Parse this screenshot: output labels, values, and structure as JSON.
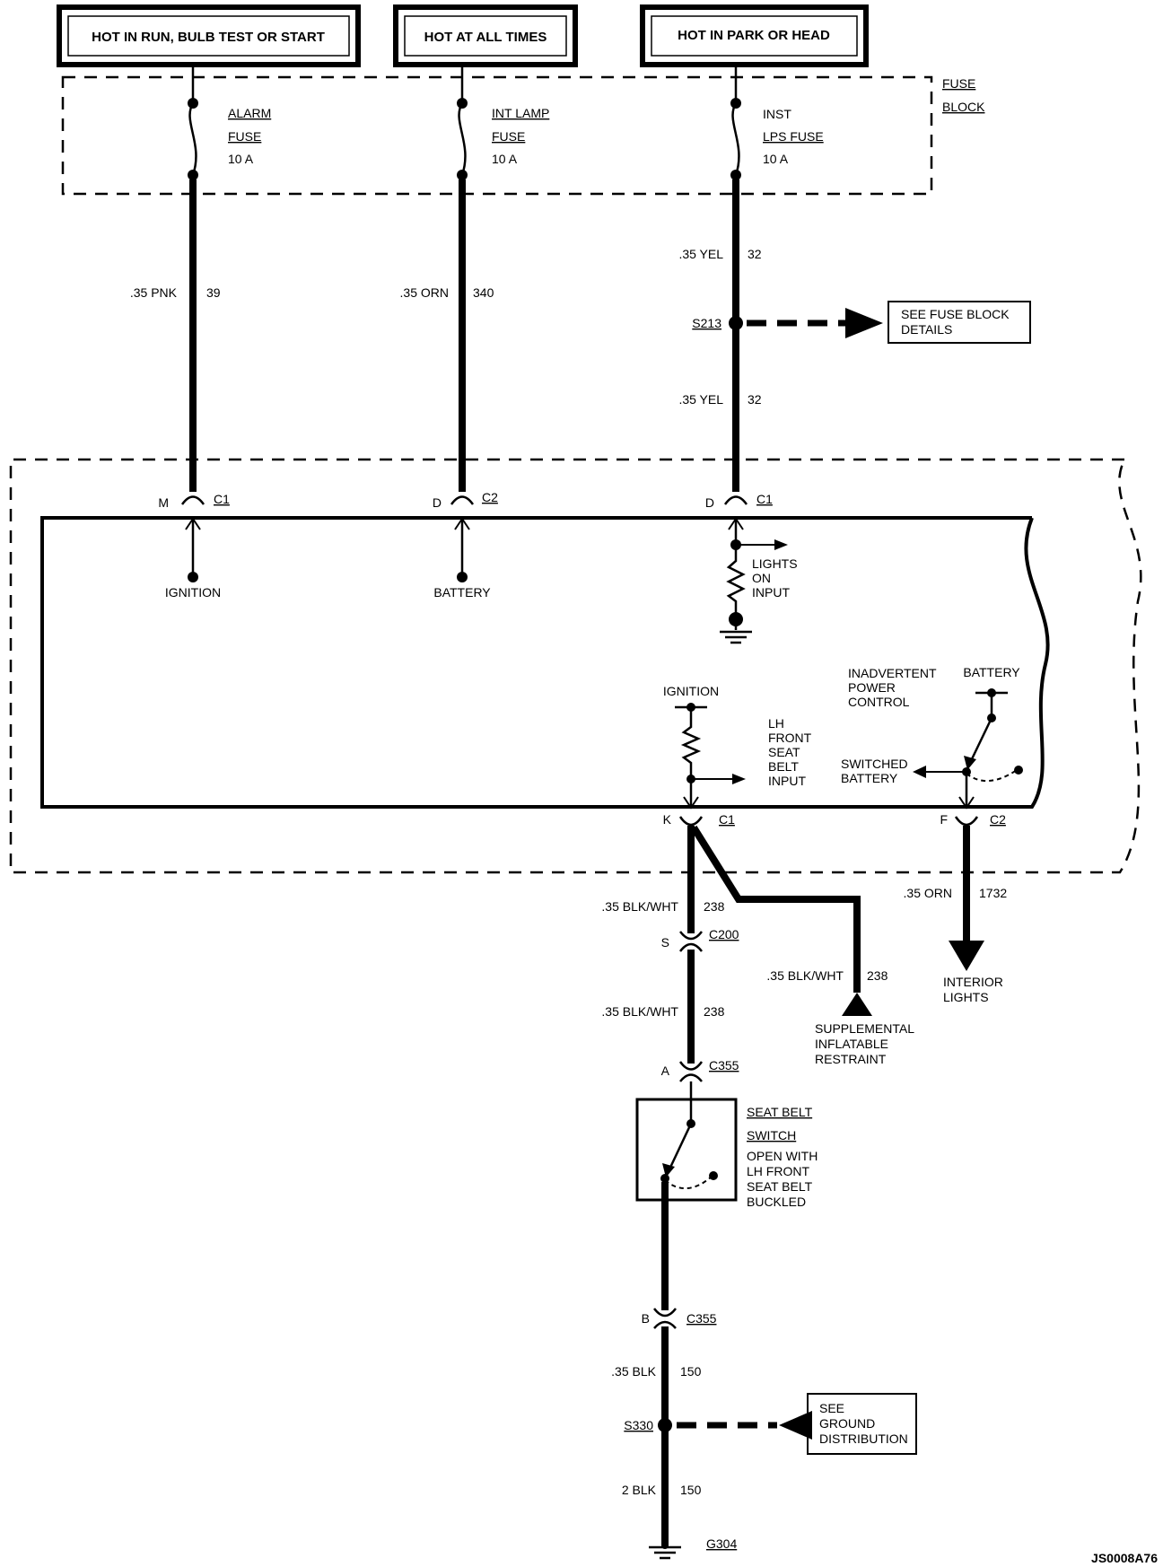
{
  "headers": {
    "h1": "HOT IN RUN, BULB TEST OR START",
    "h2": "HOT AT ALL TIMES",
    "h3": "HOT IN PARK OR HEAD"
  },
  "fuse_block": {
    "line1": "FUSE",
    "line2": "BLOCK"
  },
  "fuses": [
    {
      "l1": "ALARM",
      "l2": "FUSE",
      "rating": "10 A"
    },
    {
      "l1": "INT LAMP",
      "l2": "FUSE",
      "rating": "10 A"
    },
    {
      "l1": "INST",
      "l2": "LPS FUSE",
      "rating": "10 A"
    }
  ],
  "wires": {
    "w39": {
      "gauge": ".35 PNK",
      "circuit": "39"
    },
    "w340": {
      "gauge": ".35 ORN",
      "circuit": "340"
    },
    "w32a": {
      "gauge": ".35 YEL",
      "circuit": "32"
    },
    "w32b": {
      "gauge": ".35 YEL",
      "circuit": "32"
    },
    "w238a": {
      "gauge": ".35 BLK/WHT",
      "circuit": "238"
    },
    "w238b": {
      "gauge": ".35 BLK/WHT",
      "circuit": "238"
    },
    "w238c": {
      "gauge": ".35 BLK/WHT",
      "circuit": "238"
    },
    "w1732": {
      "gauge": ".35 ORN",
      "circuit": "1732"
    },
    "w150a": {
      "gauge": ".35 BLK",
      "circuit": "150"
    },
    "w150b": {
      "gauge": "2 BLK",
      "circuit": "150"
    }
  },
  "splices": {
    "s213": "S213",
    "s330": "S330"
  },
  "refs": {
    "fuse_details": {
      "l1": "SEE FUSE BLOCK",
      "l2": "DETAILS"
    },
    "ground_dist": {
      "l1": "SEE",
      "l2": "GROUND",
      "l3": "DISTRIBUTION"
    }
  },
  "connectors": {
    "m_c1": {
      "pin": "M",
      "conn": "C1"
    },
    "d_c2": {
      "pin": "D",
      "conn": "C2"
    },
    "d_c1": {
      "pin": "D",
      "conn": "C1"
    },
    "k_c1": {
      "pin": "K",
      "conn": "C1"
    },
    "f_c2": {
      "pin": "F",
      "conn": "C2"
    },
    "s_c200": {
      "pin": "S",
      "conn": "C200"
    },
    "a_c355": {
      "pin": "A",
      "conn": "C355"
    },
    "b_c355": {
      "pin": "B",
      "conn": "C355"
    }
  },
  "module": {
    "ignition": "IGNITION",
    "battery": "BATTERY",
    "lights_on": [
      "LIGHTS",
      "ON",
      "INPUT"
    ],
    "ignition2": "IGNITION",
    "seat_belt_input": [
      "LH",
      "FRONT",
      "SEAT",
      "BELT",
      "INPUT"
    ],
    "inadvertent": [
      "INADVERTENT",
      "POWER",
      "CONTROL"
    ],
    "battery2": "BATTERY",
    "switched_battery": [
      "SWITCHED",
      "BATTERY"
    ]
  },
  "sir": [
    "SUPPLEMENTAL",
    "INFLATABLE",
    "RESTRAINT"
  ],
  "interior_lights": [
    "INTERIOR",
    "LIGHTS"
  ],
  "seat_belt_switch": {
    "title1": "SEAT BELT",
    "title2": "SWITCH",
    "desc": [
      "OPEN WITH",
      "LH FRONT",
      "SEAT BELT",
      "BUCKLED"
    ]
  },
  "ground": "G304",
  "figure_id": "JS0008A76"
}
